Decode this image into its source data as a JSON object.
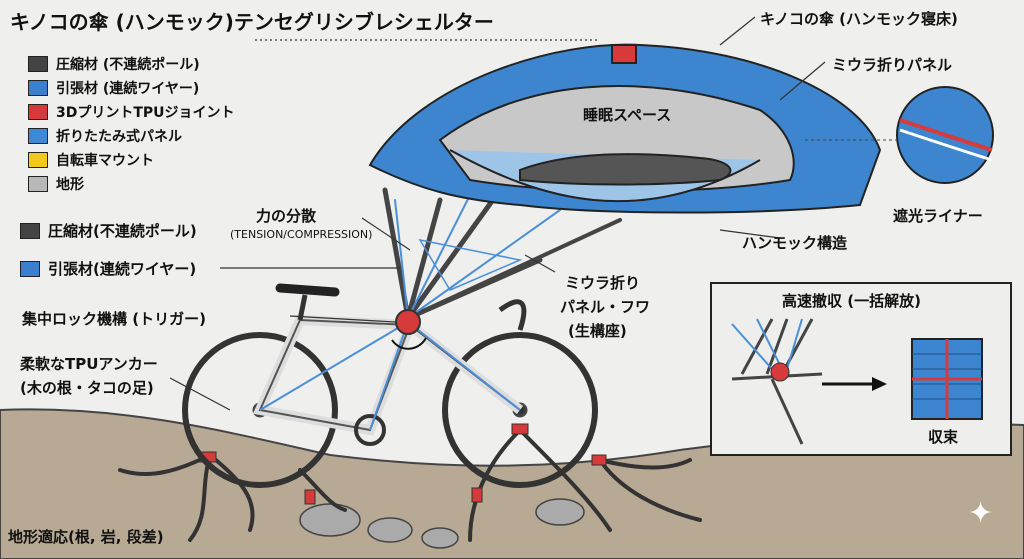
{
  "title": "キノコの傘 (ハンモック)テンセグリシブレシェルター",
  "legend": [
    {
      "label": "圧縮材 (不連続ポール)",
      "color": "#444444"
    },
    {
      "label": "引張材 (連続ワイヤー)",
      "color": "#3b7fd0"
    },
    {
      "label": "3DプリントTPUジョイント",
      "color": "#d63a3a"
    },
    {
      "label": "折りたたみ式パネル",
      "color": "#3b8ad8"
    },
    {
      "label": "自転車マウント",
      "color": "#f2c81e"
    },
    {
      "label": "地形",
      "color": "#b8b8b8"
    }
  ],
  "legend2": [
    {
      "label": "圧縮材(不連続ポール)",
      "color": "#444444"
    },
    {
      "label": "引張材(連続ワイヤー)",
      "color": "#3b7fd0"
    }
  ],
  "labels": {
    "canopy": "キノコの傘 (ハンモック寝床)",
    "miura_panel": "ミウラ折りパネル",
    "sleep_space": "睡眠スペース",
    "liner": "遮光ライナー",
    "hammock": "ハンモック構造",
    "force": "力の分散",
    "force_sub": "(TENSION/COMPRESSION)",
    "lock": "集中ロック機構 (トリガー)",
    "miura_flap_1": "ミウラ折り",
    "miura_flap_2": "パネル・フワ",
    "miura_flap_3": "(生構座)",
    "anchor_1": "柔軟なTPUアンカー",
    "anchor_2": "(木の根・タコの足)",
    "terrain": "地形適応(根, 岩, 段差)",
    "quick_title": "高速撤収 (一括解放)",
    "bundle": "収束"
  },
  "colors": {
    "canopy_blue": "#3d86cf",
    "tpu_red": "#d63a3a",
    "ground": "#b7a993",
    "wire": "#4a8fd8",
    "pole": "#444444"
  }
}
